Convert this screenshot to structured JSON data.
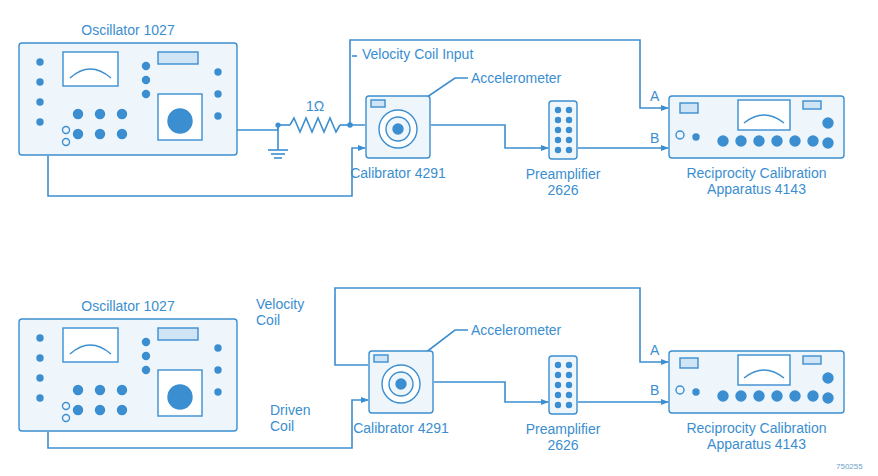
{
  "diagram": {
    "nodes": [
      {
        "text": [
          "Oscillator 1027"
        ]
      },
      {
        "text": [
          "Calibrator 4291"
        ]
      },
      {
        "text": [
          "Preamplifier 2626"
        ]
      },
      {
        "text": [
          "Reciprocity Calibration Apparatus 4143"
        ]
      },
      {
        "text": [
          "Oscillator 1027"
        ]
      },
      {
        "text": [
          "Calibrator 4291"
        ]
      },
      {
        "text": [
          "Preamplifier 2626"
        ]
      },
      {
        "text": [
          "Reciprocity Calibration Apparatus 4143"
        ]
      }
    ],
    "edges": [
      {
        "from": 0,
        "to": 1,
        "arrow": "to"
      },
      {
        "from": 1,
        "to": 2,
        "arrow": "to"
      },
      {
        "from": 2,
        "to": 3,
        "arrow": "to"
      },
      {
        "from": 1,
        "to": 3,
        "arrow": "to"
      },
      {
        "from": 4,
        "to": 5,
        "arrow": "to"
      },
      {
        "from": 5,
        "to": 7,
        "arrow": "to"
      },
      {
        "from": 5,
        "to": 6,
        "arrow": "to"
      },
      {
        "from": 6,
        "to": 7,
        "arrow": "to"
      }
    ],
    "labels": [
      "Velocity Coil Input",
      "Accelerometer",
      "1Ω",
      "A",
      "B",
      "Velocity Coil",
      "Accelerometer",
      "Driven Coil",
      "A",
      "B",
      "750255"
    ]
  }
}
